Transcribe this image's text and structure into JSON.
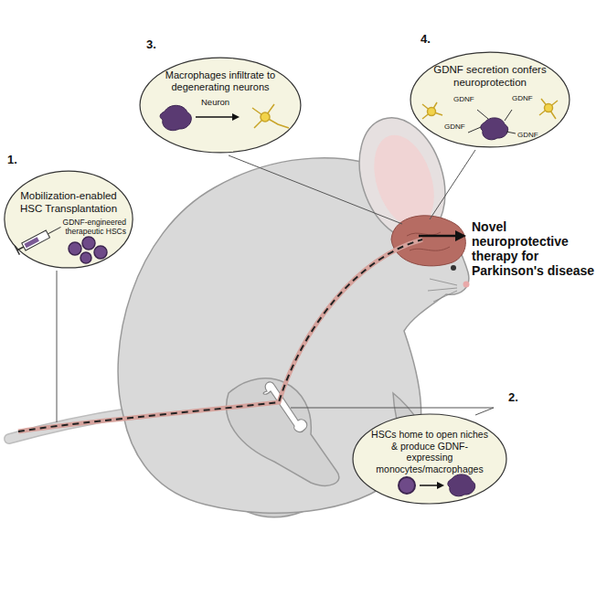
{
  "diagram": {
    "nodes": [
      {
        "text": [
          "Mobilization-enabled HSC Transplantation",
          "GDNF-engineered therapeutic HSCs"
        ]
      },
      {
        "text": [
          "HSCs home to open niches & produce GDNF-expressing monocytes/macrophages"
        ]
      },
      {
        "text": [
          "Macrophages infiltrate to degenerating neurons"
        ]
      },
      {
        "text": [
          "GDNF secretion confers neuroprotection"
        ]
      }
    ],
    "labels": [
      "1.",
      "2.",
      "3.",
      "4.",
      "Neuron",
      "GDNF",
      "GDNF",
      "GDNF",
      "GDNF",
      "Novel neuroprotective therapy for Parkinson's disease"
    ]
  }
}
